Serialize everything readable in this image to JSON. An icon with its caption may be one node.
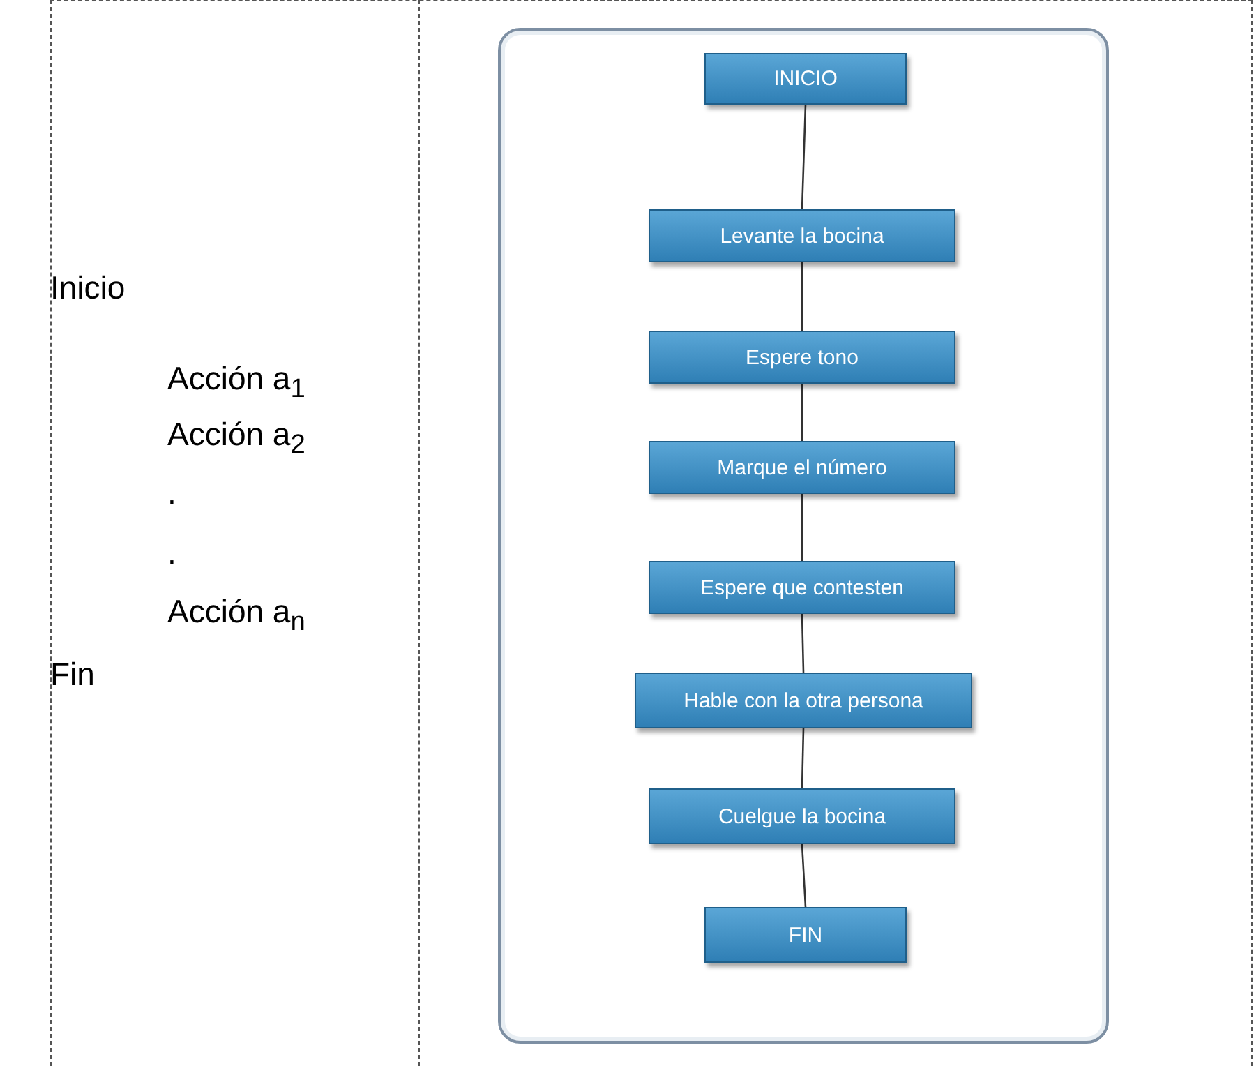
{
  "diagram": {
    "nodes": [
      {
        "text": [],
        "shape": "box"
      },
      {
        "text": [
          "INICIO"
        ],
        "in": 0
      },
      {
        "text": [
          "Levante la bocina"
        ],
        "in": 0
      },
      {
        "text": [
          "Espere tono"
        ],
        "in": 0
      },
      {
        "text": [
          "Marque el número"
        ],
        "in": 0
      },
      {
        "text": [
          "Espere que contesten"
        ],
        "in": 0
      },
      {
        "text": [
          "Hable con la otra persona"
        ],
        "in": 0
      },
      {
        "text": [
          "Cuelgue la bocina"
        ],
        "in": 0
      },
      {
        "text": [
          "FIN"
        ],
        "in": 0
      }
    ],
    "edges": [
      {
        "from": 1,
        "to": 2,
        "arrow": "none"
      },
      {
        "from": 2,
        "to": 3,
        "arrow": "none"
      },
      {
        "from": 3,
        "to": 4,
        "arrow": "none"
      },
      {
        "from": 4,
        "to": 5,
        "arrow": "none"
      },
      {
        "from": 5,
        "to": 6,
        "arrow": "none"
      },
      {
        "from": 6,
        "to": 7,
        "arrow": "none"
      },
      {
        "from": 7,
        "to": 8,
        "arrow": "none"
      }
    ],
    "labels": [
      "Inicio",
      "Acción a$_{1}$",
      "Acción a$_{2}$",
      ".",
      ".",
      "Acción a$_{n}$",
      "Fin"
    ]
  }
}
